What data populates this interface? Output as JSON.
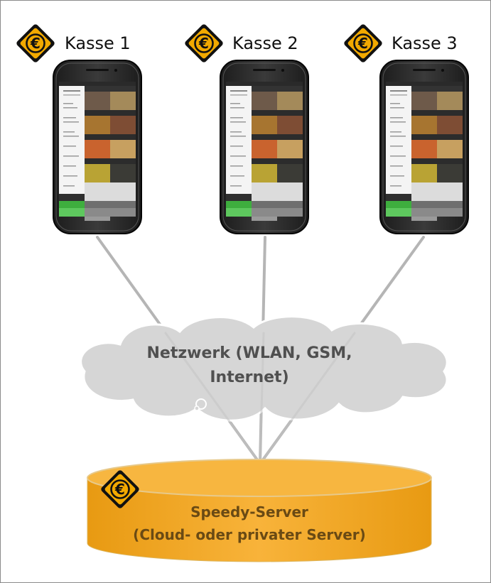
{
  "kassen": [
    {
      "label": "Kasse 1"
    },
    {
      "label": "Kasse 2"
    },
    {
      "label": "Kasse 3"
    }
  ],
  "network": {
    "line1": "Netzwerk (WLAN, GSM,",
    "line2": "Internet)"
  },
  "server": {
    "line1": "Speedy-Server",
    "line2": "(Cloud- oder privater Server)"
  },
  "icons": {
    "pos_badge": "euro-sign-icon"
  },
  "colors": {
    "badge": "#f2a900",
    "server": "#f5a623",
    "cloud": "#d6d6d6",
    "lines": "#b5b5b5"
  }
}
